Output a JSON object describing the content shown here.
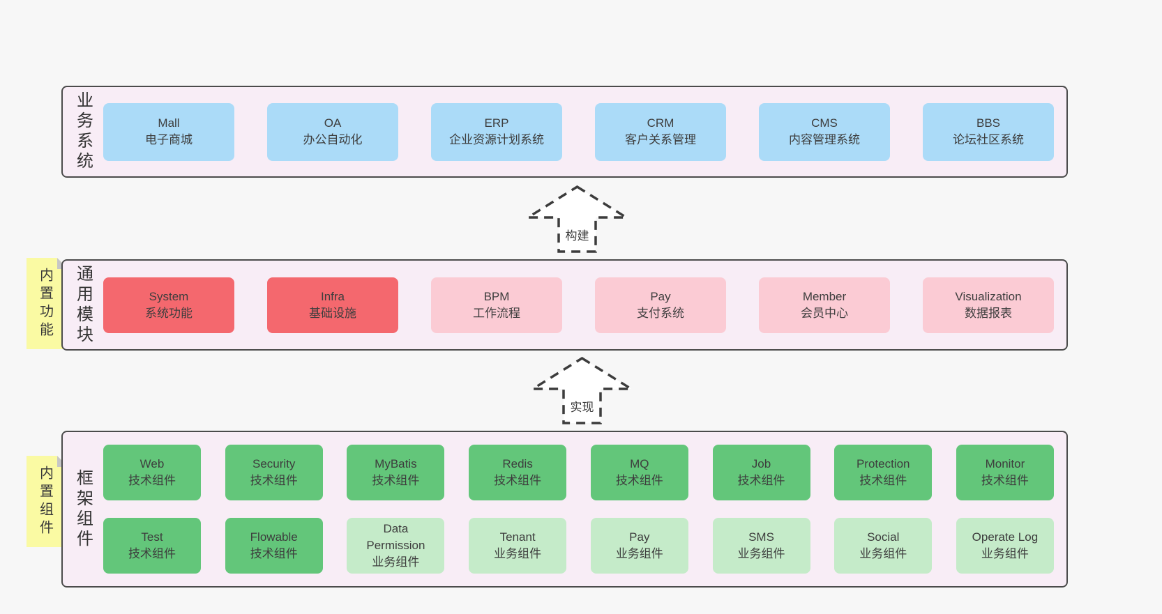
{
  "colors": {
    "page_bg": "#f7f7f7",
    "section_bg": "#f8edf6",
    "section_border": "#4b4b4b",
    "blue": "#abdbf8",
    "red": "#f4686e",
    "pink": "#fbcbd4",
    "green": "#63c67a",
    "lightgreen": "#c5ebc9",
    "tag_yellow": "#fafaa3",
    "fold_gray": "#c6c6c6"
  },
  "arrows": [
    {
      "label": "构建",
      "direction": "up"
    },
    {
      "label": "实现",
      "direction": "up"
    }
  ],
  "sections": [
    {
      "label": "业务系统",
      "tag": null,
      "rows": [
        [
          {
            "en": "Mall",
            "zh": "电子商城",
            "variant": "blue"
          },
          {
            "en": "OA",
            "zh": "办公自动化",
            "variant": "blue"
          },
          {
            "en": "ERP",
            "zh": "企业资源计划系统",
            "variant": "blue"
          },
          {
            "en": "CRM",
            "zh": "客户关系管理",
            "variant": "blue"
          },
          {
            "en": "CMS",
            "zh": "内容管理系统",
            "variant": "blue"
          },
          {
            "en": "BBS",
            "zh": "论坛社区系统",
            "variant": "blue"
          }
        ]
      ]
    },
    {
      "label": "通用模块",
      "tag": "内置功能",
      "rows": [
        [
          {
            "en": "System",
            "zh": "系统功能",
            "variant": "red"
          },
          {
            "en": "Infra",
            "zh": "基础设施",
            "variant": "red"
          },
          {
            "en": "BPM",
            "zh": "工作流程",
            "variant": "pink"
          },
          {
            "en": "Pay",
            "zh": "支付系统",
            "variant": "pink"
          },
          {
            "en": "Member",
            "zh": "会员中心",
            "variant": "pink"
          },
          {
            "en": "Visualization",
            "zh": "数据报表",
            "variant": "pink"
          }
        ]
      ]
    },
    {
      "label": "框架组件",
      "tag": "内置组件",
      "rows": [
        [
          {
            "en": "Web",
            "zh": "技术组件",
            "variant": "green"
          },
          {
            "en": "Security",
            "zh": "技术组件",
            "variant": "green"
          },
          {
            "en": "MyBatis",
            "zh": "技术组件",
            "variant": "green"
          },
          {
            "en": "Redis",
            "zh": "技术组件",
            "variant": "green"
          },
          {
            "en": "MQ",
            "zh": "技术组件",
            "variant": "green"
          },
          {
            "en": "Job",
            "zh": "技术组件",
            "variant": "green"
          },
          {
            "en": "Protection",
            "zh": "技术组件",
            "variant": "green"
          },
          {
            "en": "Monitor",
            "zh": "技术组件",
            "variant": "green"
          }
        ],
        [
          {
            "en": "Test",
            "zh": "技术组件",
            "variant": "green"
          },
          {
            "en": "Flowable",
            "zh": "技术组件",
            "variant": "green"
          },
          {
            "en": "Data Permission",
            "zh": "业务组件",
            "variant": "lightgreen"
          },
          {
            "en": "Tenant",
            "zh": "业务组件",
            "variant": "lightgreen"
          },
          {
            "en": "Pay",
            "zh": "业务组件",
            "variant": "lightgreen"
          },
          {
            "en": "SMS",
            "zh": "业务组件",
            "variant": "lightgreen"
          },
          {
            "en": "Social",
            "zh": "业务组件",
            "variant": "lightgreen"
          },
          {
            "en": "Operate Log",
            "zh": "业务组件",
            "variant": "lightgreen"
          }
        ]
      ]
    }
  ]
}
